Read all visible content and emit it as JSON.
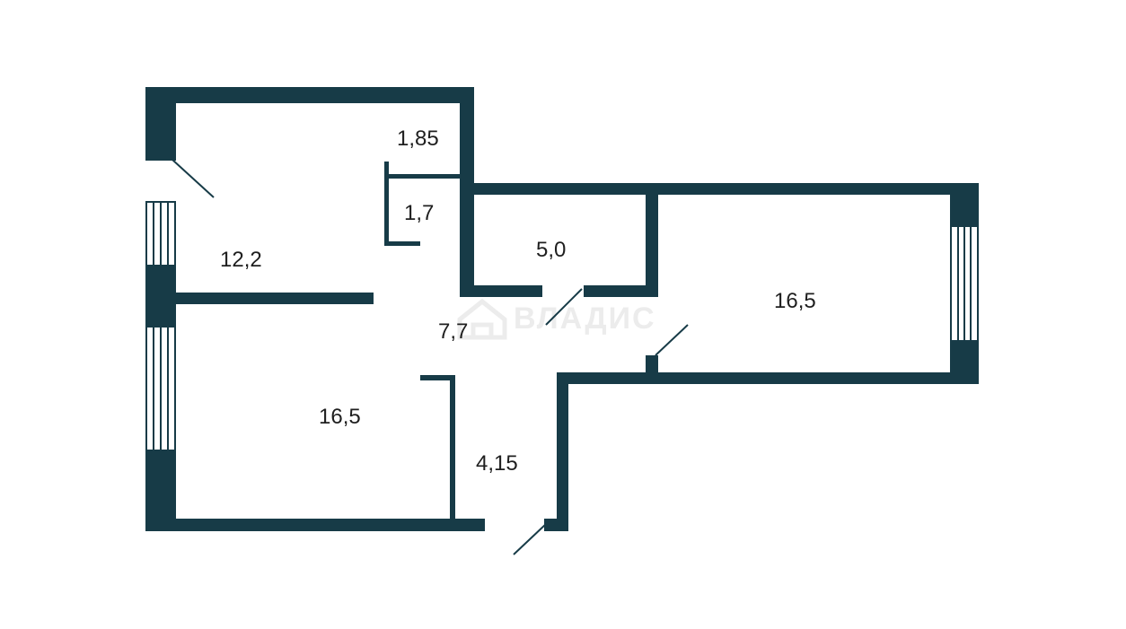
{
  "rooms": {
    "hall": "12,2",
    "storage_large": "1,85",
    "storage_small": "1,7",
    "bathroom": "5,0",
    "corridor": "7,7",
    "entrance": "4,15",
    "room_left": "16,5",
    "room_right": "16,5"
  },
  "watermark": {
    "text": "ВЛАДИС",
    "icon": "house-logo-icon"
  },
  "colors": {
    "wall": "#173b47",
    "background": "#ffffff",
    "label": "#1f1f1f"
  }
}
